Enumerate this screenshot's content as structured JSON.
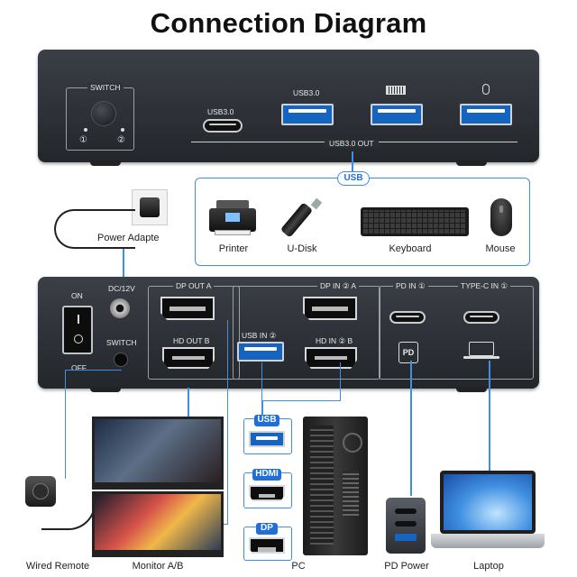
{
  "title": "Connection Diagram",
  "top_panel": {
    "switch_label": "SWITCH",
    "switch_num_1": "①",
    "switch_num_2": "②",
    "usbc_label": "USB3.0",
    "usba_label": "USB3.0",
    "out_label": "USB3.0 OUT"
  },
  "usb_group": {
    "tag": "USB",
    "devices": [
      "Printer",
      "U-Disk",
      "Keyboard",
      "Mouse"
    ]
  },
  "power": {
    "label": "Power Adapte"
  },
  "bottom_panel": {
    "on": "ON",
    "off": "OFF",
    "dc": "DC/12V",
    "switch": "SWITCH",
    "dp_out_a": "DP OUT A",
    "hd_out_b": "HD OUT B",
    "usb_in_2": "USB IN ②",
    "dp_in_2_a": "DP IN ② A",
    "hd_in_2_b": "HD IN ② B",
    "pd_in_1": "PD IN ①",
    "typec_in_1": "TYPE-C IN ①",
    "pd_badge": "PD"
  },
  "pc_tags": {
    "usb": "USB",
    "hdmi": "HDMI",
    "dp": "DP"
  },
  "captions": {
    "wired_remote": "Wired Remote",
    "monitor": "Monitor A/B",
    "pc": "PC",
    "pd_power": "PD Power",
    "laptop": "Laptop"
  },
  "colors": {
    "accent": "#1f6fd6",
    "wire": "#3d8fe0",
    "device": "#2b2e33"
  }
}
